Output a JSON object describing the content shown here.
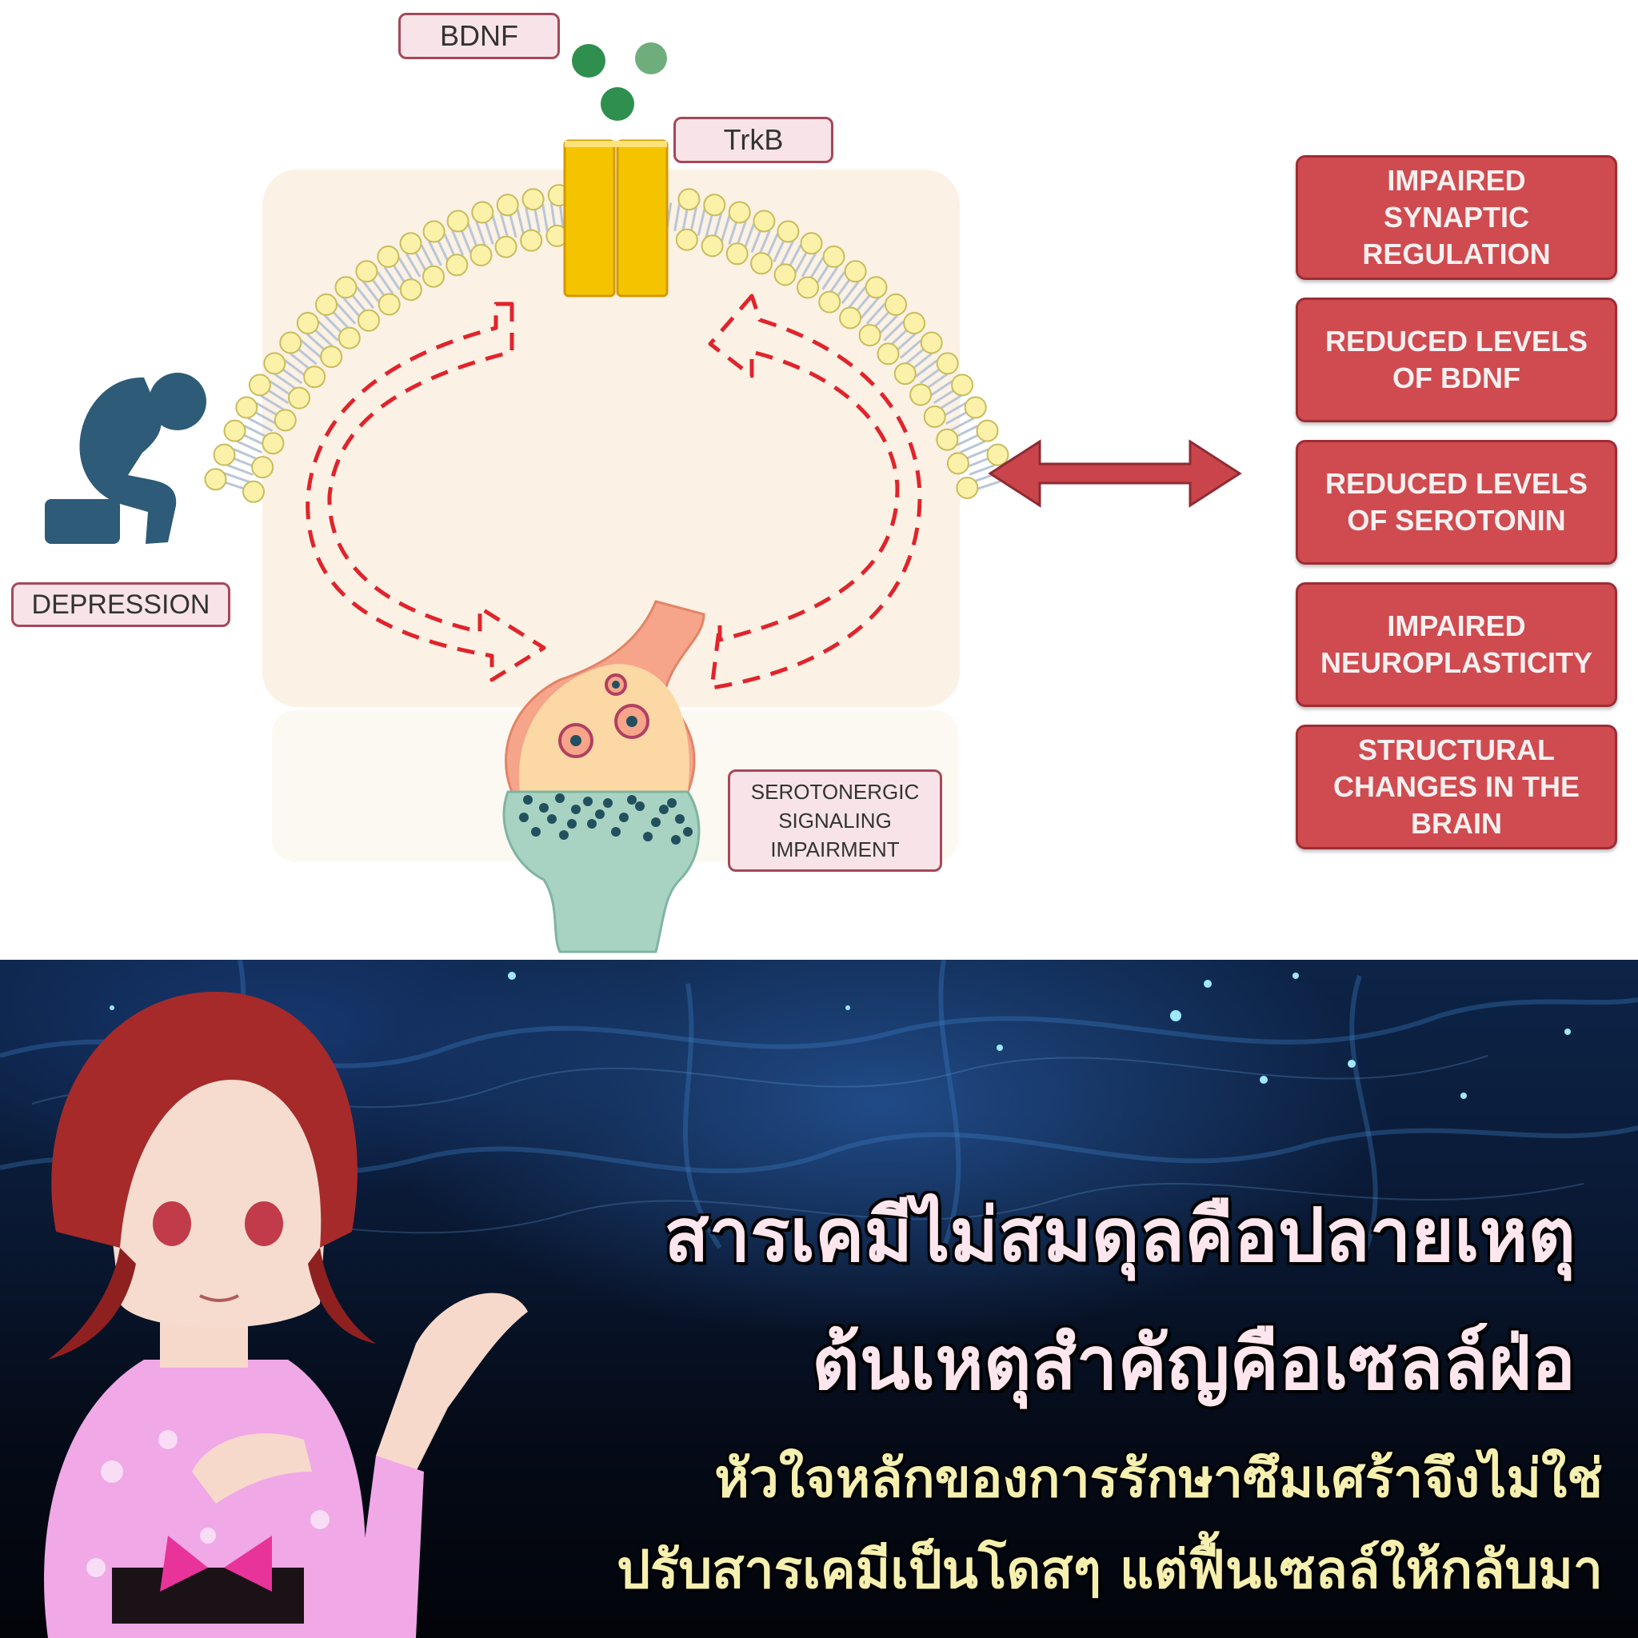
{
  "diagram": {
    "labels": {
      "bdnf": "BDNF",
      "trkb": "TrkB",
      "depression": "DEPRESSION",
      "serotonergic": [
        "SEROTONERGIC",
        "SIGNALING",
        "IMPAIRMENT"
      ]
    },
    "effects": [
      [
        "IMPAIRED",
        "SYNAPTIC",
        "REGULATION"
      ],
      [
        "REDUCED LEVELS",
        "OF BDNF"
      ],
      [
        "REDUCED LEVELS",
        "OF SEROTONIN"
      ],
      [
        "IMPAIRED",
        "NEUROPLASTICITY"
      ],
      [
        "STRUCTURAL",
        "CHANGES IN THE",
        "BRAIN"
      ]
    ],
    "colors": {
      "effect_box": "#cf4b50",
      "label_box": "#f8e4e8",
      "receptor": "#f5c400",
      "bdnf_molecule": "#2f8f4e",
      "arrow": "#c9454b",
      "dashed_cycle": "#e0242c",
      "person_icon": "#2d5b78"
    }
  },
  "caption": {
    "headline": [
      "สารเคมีไม่สมดุลคือปลายเหตุ",
      "ต้นเหตุสำคัญคือเซลล์ฝ่อ"
    ],
    "subline": [
      "หัวใจหลักของการรักษาซึมเศร้าจึงไม่ใช่",
      "ปรับสารเคมีเป็นโดสๆ แต่ฟื้นเซลล์ให้กลับมา"
    ]
  }
}
